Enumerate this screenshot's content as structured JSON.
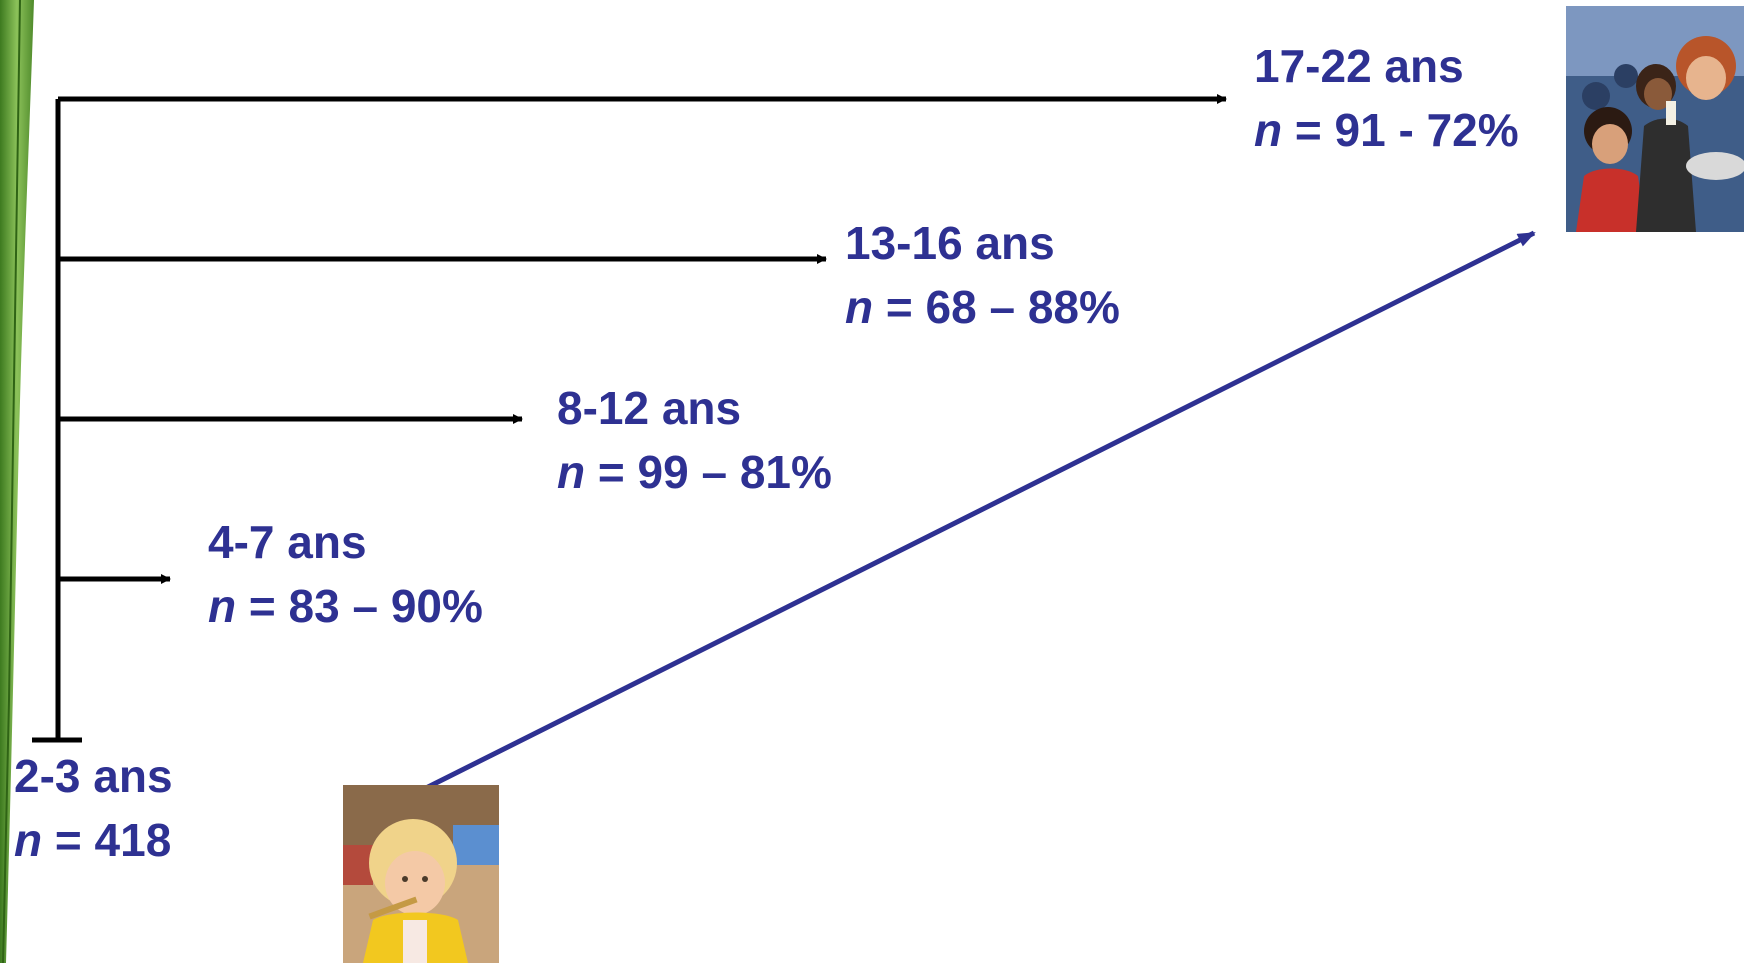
{
  "groups": [
    {
      "age": "2-3 ans",
      "n_label": "n",
      "stats": "= 418"
    },
    {
      "age": "4-7 ans",
      "n_label": "n",
      "stats": "= 83 – 90%"
    },
    {
      "age": "8-12 ans",
      "n_label": "n",
      "stats": "= 99 – 81%"
    },
    {
      "age": "13-16 ans",
      "n_label": "n",
      "stats": "= 68 – 88%"
    },
    {
      "age": "17-22 ans",
      "n_label": "n",
      "stats": "= 91 - 72%"
    }
  ],
  "colors": {
    "label_text": "#2e3192",
    "timeline": "#000000",
    "trend_arrow": "#2e3192",
    "grass_decoration": "#4f8a2b"
  },
  "icons": [
    "grass-leaf-decoration",
    "toddler-photo",
    "young-adults-photo"
  ]
}
